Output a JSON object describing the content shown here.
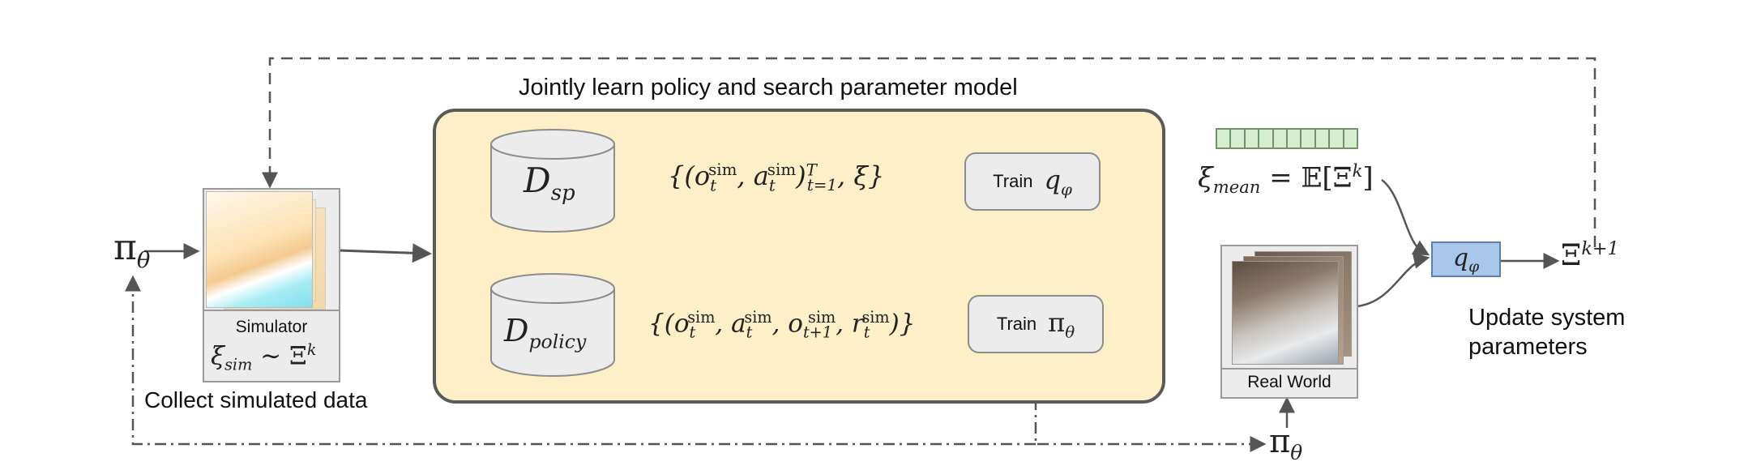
{
  "panel_title": "Jointly learn policy and search parameter model",
  "policy": {
    "symbol": "π",
    "subscript": "θ"
  },
  "simulator": {
    "label": "Simulator",
    "sample": {
      "xi": "ξ",
      "sub": "sim",
      "rel": "∼",
      "Xi": "Ξ",
      "sup": "k"
    },
    "caption": "Collect simulated data"
  },
  "dataset_sp": {
    "D": "D",
    "sub": "sp",
    "tuple": {
      "open": "{(o",
      "t": "t",
      "sim": "sim",
      "sep": ", a",
      "close": ")",
      "T": "T",
      "range": "t=1",
      "tail": ", ξ}"
    }
  },
  "dataset_policy": {
    "D": "D",
    "sub": "policy",
    "tuple": {
      "open": "{(o",
      "t": "t",
      "sim": "sim",
      "a": ", a",
      "o2": ", o",
      "t1": "t+1",
      "r": ", r",
      "close": ")}"
    }
  },
  "train_q": {
    "label": "Train",
    "symbol": "q",
    "sub": "φ"
  },
  "train_pi": {
    "label": "Train",
    "symbol": "π",
    "sub": "θ"
  },
  "xi_mean": {
    "xi": "ξ",
    "sub": "mean",
    "eq": "= 𝔼[Ξ",
    "sup": "k",
    "close": "]"
  },
  "real_world": {
    "label": "Real World"
  },
  "q_model": {
    "symbol": "q",
    "sub": "φ"
  },
  "output": {
    "Xi": "Ξ",
    "sup": "k+1"
  },
  "update": {
    "line1": "Update system",
    "line2": "parameters"
  },
  "pi_bottom": {
    "symbol": "π",
    "subscript": "θ"
  },
  "colors": {
    "panel_fill": "#fdefc7",
    "q_fill": "#a9c7ea",
    "vector_fill": "#d7edd0",
    "arrow": "#555555"
  }
}
